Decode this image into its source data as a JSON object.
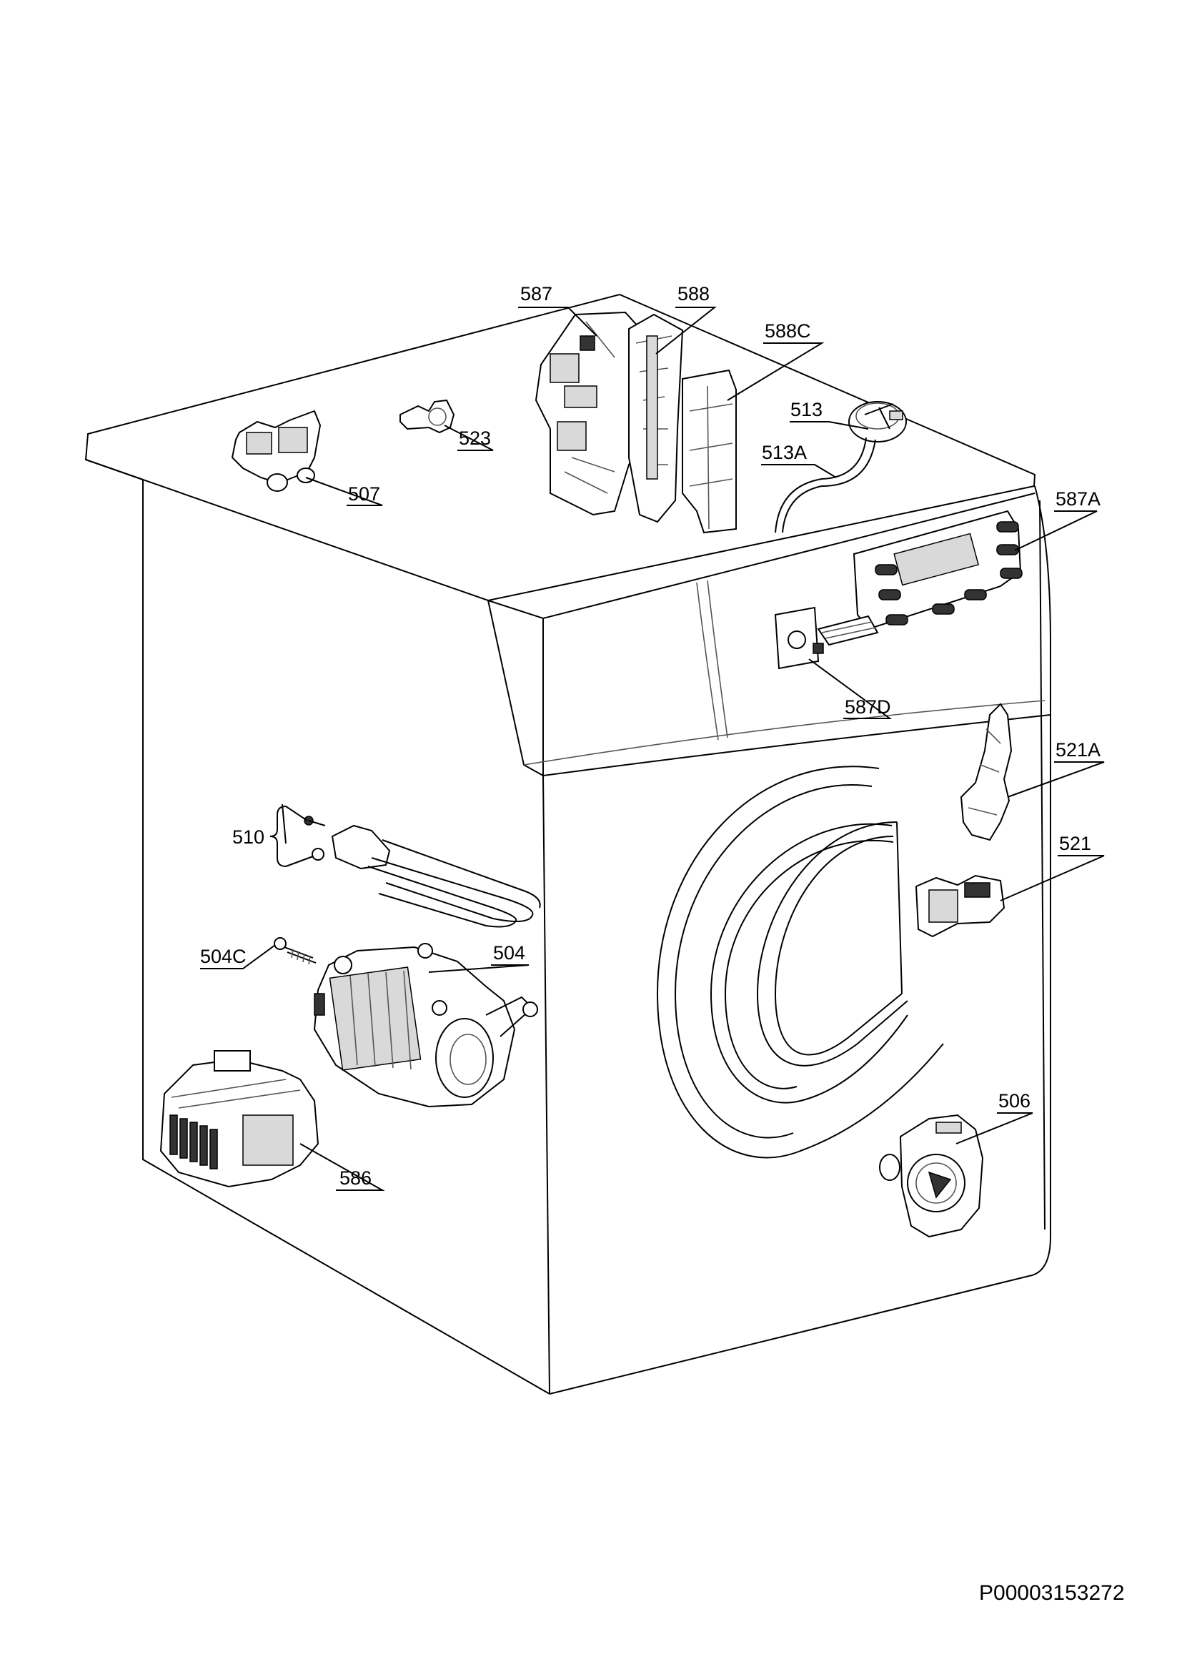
{
  "diagram": {
    "document_id": "P00003153272",
    "parts": [
      {
        "id": "587"
      },
      {
        "id": "588"
      },
      {
        "id": "588C"
      },
      {
        "id": "513"
      },
      {
        "id": "513A"
      },
      {
        "id": "523"
      },
      {
        "id": "507"
      },
      {
        "id": "587A"
      },
      {
        "id": "587D"
      },
      {
        "id": "521A"
      },
      {
        "id": "521"
      },
      {
        "id": "510"
      },
      {
        "id": "504C"
      },
      {
        "id": "504"
      },
      {
        "id": "586"
      },
      {
        "id": "506"
      }
    ]
  }
}
